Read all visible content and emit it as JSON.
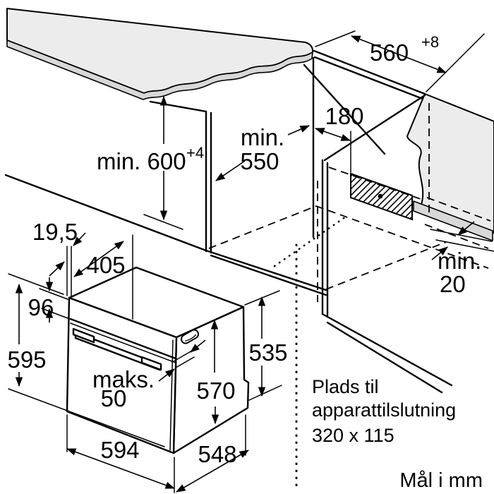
{
  "niche": {
    "height_label": "min. 600",
    "height_tolerance": "+4",
    "width_label": "560",
    "width_tolerance": "+8",
    "depth_label_line1": "min.",
    "depth_label_line2": "550",
    "connection_offset_label": "180",
    "rear_gap_line1": "min.",
    "rear_gap_line2": "20"
  },
  "oven": {
    "front_overhang": "19,5",
    "top_inset_depth": "405",
    "control_panel_height": "96",
    "total_height": "595",
    "door_protrusion_line1": "maks.",
    "door_protrusion_line2": "50",
    "width": "594",
    "depth": "548",
    "body_front_height": "570",
    "body_rear_height": "535"
  },
  "notes": {
    "connection_space_line1": "Plads til",
    "connection_space_line2": "apparattilslutning",
    "connection_space_line3": "320 x 115",
    "units": "Mål i mm"
  },
  "colors": {
    "line": "#000000",
    "surface": "#ececec",
    "edge_band": "#d8d8d8",
    "background": "#ffffff"
  }
}
